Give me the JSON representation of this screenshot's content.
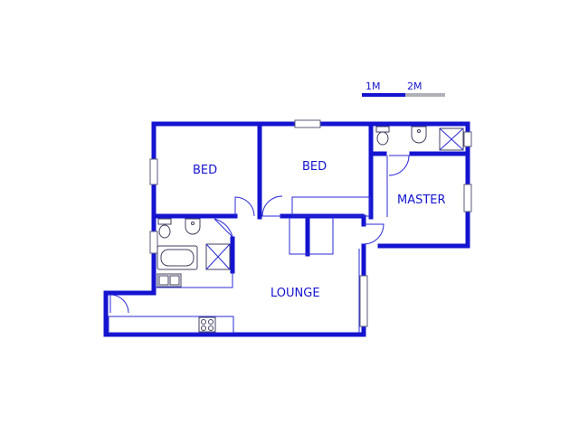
{
  "scale": {
    "label_1": "1M",
    "label_2": "2M",
    "segment_1_color": "#1414d0",
    "segment_2_color": "#b0b0b8"
  },
  "rooms": {
    "bed_1": "BED",
    "bed_2": "BED",
    "master": "MASTER",
    "lounge": "LOUNGE"
  },
  "colors": {
    "wall": "#1414d0",
    "fixture": "#404060",
    "background": "#ffffff"
  }
}
